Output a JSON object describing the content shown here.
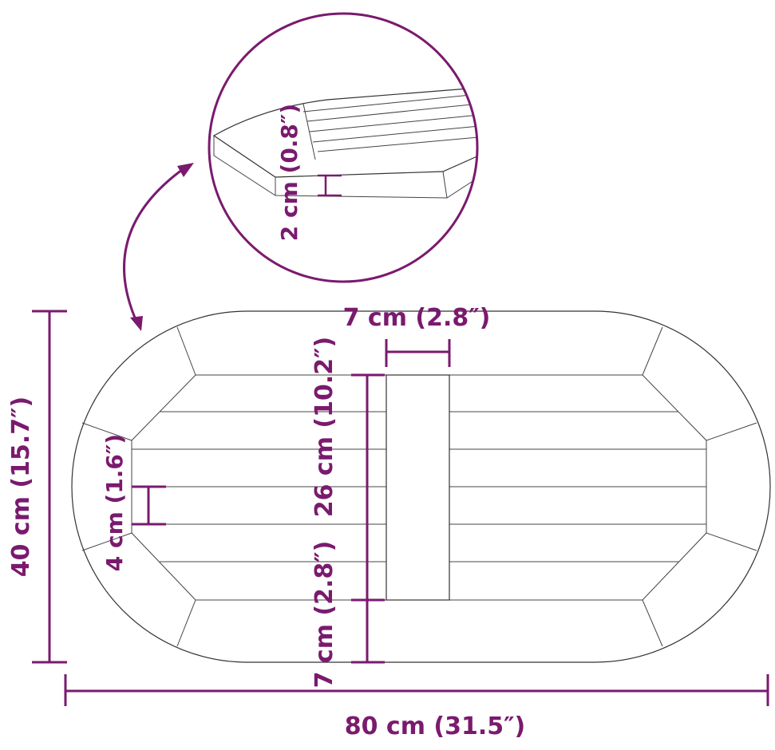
{
  "colors": {
    "accent": "#7a1a6e",
    "outline": "#333333"
  },
  "dimensions": {
    "length": "80 cm (31.5″)",
    "width": "40 cm (15.7″)",
    "center_plank_width": "7 cm (2.8″)",
    "center_plank_length": "26 cm (10.2″)",
    "end_margin": "7 cm (2.8″)",
    "slat_width": "4 cm (1.6″)",
    "thickness": "2 cm (0.8″)"
  }
}
